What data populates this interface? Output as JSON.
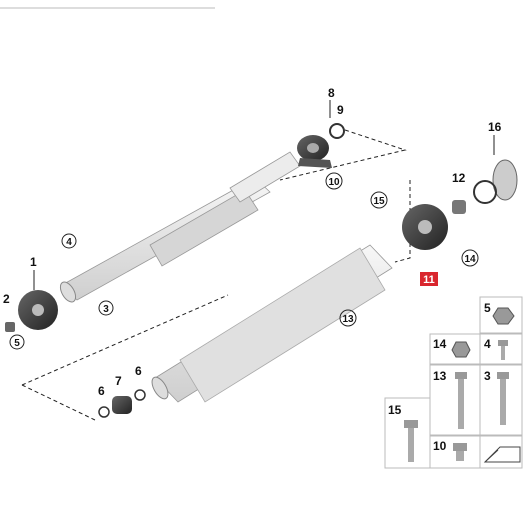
{
  "callouts": {
    "c1": "1",
    "c2": "2",
    "c3": "3",
    "c4": "4",
    "c5": "5",
    "c6a": "6",
    "c6b": "6",
    "c7": "7",
    "c8": "8",
    "c9": "9",
    "c10": "10",
    "c11": "11",
    "c12": "12",
    "c13": "13",
    "c14": "14",
    "c15": "15",
    "c16": "16"
  },
  "fastener_panel": {
    "n5": "5",
    "n14": "14",
    "n4": "4",
    "n13": "13",
    "n3": "3",
    "n15": "15",
    "n10": "10"
  },
  "colors": {
    "highlight": "#d9262e",
    "line": "#222222",
    "shaft": "#e4e4e4"
  }
}
